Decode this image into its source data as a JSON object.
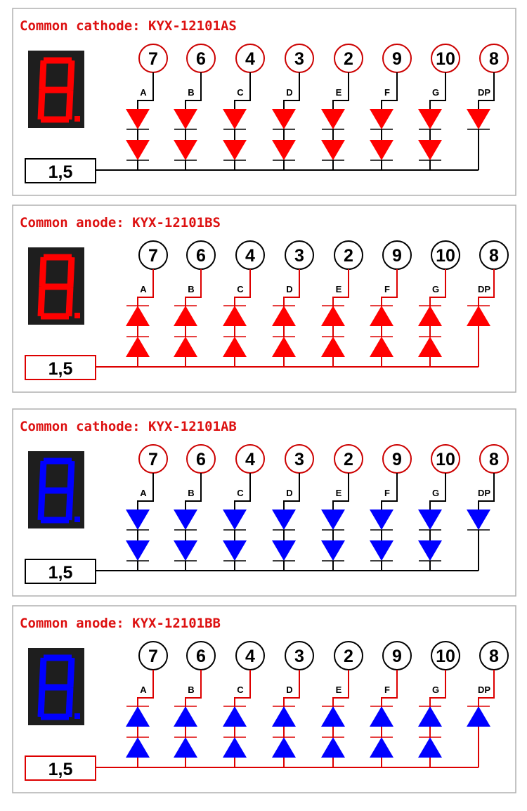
{
  "panels": [
    {
      "title": "Common cathode: KYX-12101AS",
      "type": "cathode",
      "led_color": "#ff0000",
      "line_color": "#000000",
      "pin_circle_color": "#cc0000",
      "common_box_color": "#000000",
      "title_color": "#dd1111",
      "common_label": "1,5",
      "display_icon": "seven-segment-display-icon"
    },
    {
      "title": "Common anode: KYX-12101BS",
      "type": "anode",
      "led_color": "#ff0000",
      "line_color": "#dd0000",
      "pin_circle_color": "#000000",
      "common_box_color": "#dd0000",
      "title_color": "#dd1111",
      "common_label": "1,5",
      "display_icon": "seven-segment-display-icon"
    },
    {
      "title": "Common cathode: KYX-12101AB",
      "type": "cathode",
      "led_color": "#0000ff",
      "line_color": "#000000",
      "pin_circle_color": "#cc0000",
      "common_box_color": "#000000",
      "title_color": "#dd1111",
      "common_label": "1,5",
      "display_icon": "seven-segment-display-icon"
    },
    {
      "title": "Common anode: KYX-12101BB",
      "type": "anode",
      "led_color": "#0000ff",
      "line_color": "#dd0000",
      "pin_circle_color": "#000000",
      "common_box_color": "#dd0000",
      "title_color": "#dd1111",
      "common_label": "1,5",
      "display_icon": "seven-segment-display-icon"
    }
  ],
  "segments": [
    {
      "pin": "7",
      "letter": "A",
      "leds": 2
    },
    {
      "pin": "6",
      "letter": "B",
      "leds": 2
    },
    {
      "pin": "4",
      "letter": "C",
      "leds": 2
    },
    {
      "pin": "3",
      "letter": "D",
      "leds": 2
    },
    {
      "pin": "2",
      "letter": "E",
      "leds": 2
    },
    {
      "pin": "9",
      "letter": "F",
      "leds": 2
    },
    {
      "pin": "10",
      "letter": "G",
      "leds": 2
    },
    {
      "pin": "8",
      "letter": "DP",
      "leds": 1
    }
  ],
  "colors": {
    "panel_border": "#b0b0b0",
    "display_bg": "#1e1e1e"
  }
}
